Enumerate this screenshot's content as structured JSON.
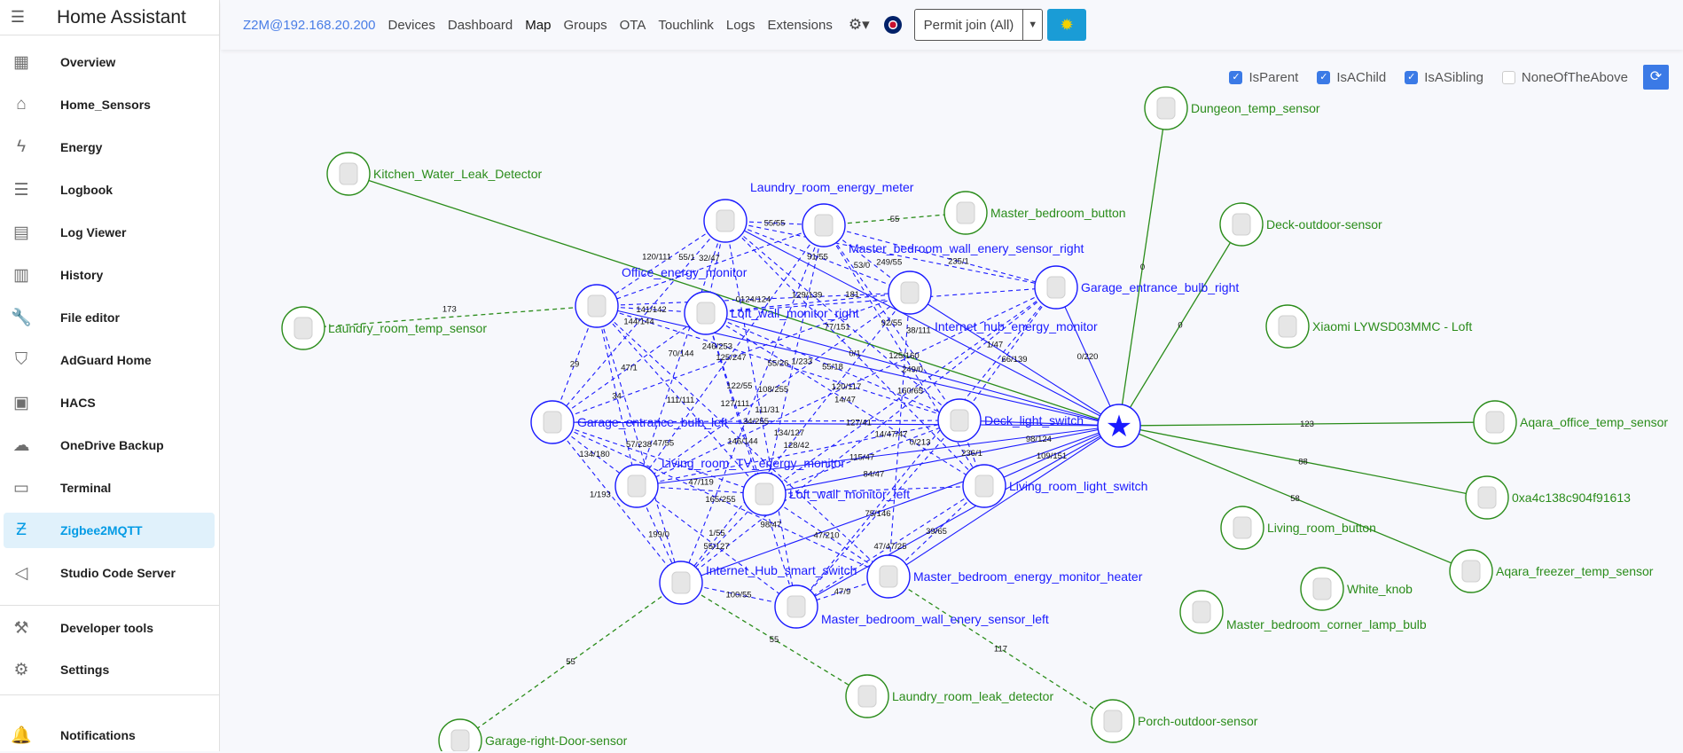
{
  "sidebar": {
    "title": "Home Assistant",
    "items": [
      {
        "label": "Overview",
        "icon": "dashboard-icon"
      },
      {
        "label": "Home_Sensors",
        "icon": "home-icon"
      },
      {
        "label": "Energy",
        "icon": "lightning-icon"
      },
      {
        "label": "Logbook",
        "icon": "list-icon"
      },
      {
        "label": "Log Viewer",
        "icon": "document-icon"
      },
      {
        "label": "History",
        "icon": "chart-icon"
      },
      {
        "label": "File editor",
        "icon": "wrench-icon"
      },
      {
        "label": "AdGuard Home",
        "icon": "shield-icon"
      },
      {
        "label": "HACS",
        "icon": "hacs-icon"
      },
      {
        "label": "OneDrive Backup",
        "icon": "cloud-icon"
      },
      {
        "label": "Terminal",
        "icon": "terminal-icon"
      },
      {
        "label": "Zigbee2MQTT",
        "icon": "zigbee-icon",
        "active": true
      },
      {
        "label": "Studio Code Server",
        "icon": "vscode-icon"
      }
    ],
    "bottom": [
      {
        "label": "Developer tools",
        "icon": "hammer-icon"
      },
      {
        "label": "Settings",
        "icon": "gear-icon"
      },
      {
        "label": "Notifications",
        "icon": "bell-icon"
      }
    ]
  },
  "topbar": {
    "brand": "Z2M@192.168.20.200",
    "nav": [
      "Devices",
      "Dashboard",
      "Map",
      "Groups",
      "OTA",
      "Touchlink",
      "Logs",
      "Extensions"
    ],
    "current": "Map",
    "permit": "Permit join (All)"
  },
  "filters": [
    {
      "label": "IsParent",
      "checked": true
    },
    {
      "label": "IsAChild",
      "checked": true
    },
    {
      "label": "IsASibling",
      "checked": true
    },
    {
      "label": "NoneOfTheAbove",
      "checked": false
    }
  ],
  "colors": {
    "router": "#1a1aff",
    "end_device": "#2a8c1a",
    "accent": "#3b7ae6"
  },
  "map": {
    "nodes": [
      {
        "id": "coord",
        "name": "",
        "type": "coordinator"
      },
      {
        "id": "dungeon",
        "name": "Dungeon_temp_sensor",
        "type": "end"
      },
      {
        "id": "deckout",
        "name": "Deck-outdoor-sensor",
        "type": "end"
      },
      {
        "id": "xiaomi",
        "name": "Xiaomi LYWSD03MMC - Loft",
        "type": "end"
      },
      {
        "id": "aqoffice",
        "name": "Aqara_office_temp_sensor",
        "type": "end"
      },
      {
        "id": "oxa4",
        "name": "0xa4c138c904f91613",
        "type": "end"
      },
      {
        "id": "lrbutton",
        "name": "Living_room_button",
        "type": "end"
      },
      {
        "id": "aqfreezer",
        "name": "Aqara_freezer_temp_sensor",
        "type": "end"
      },
      {
        "id": "knob",
        "name": "White_knob",
        "type": "end"
      },
      {
        "id": "cornerbulb",
        "name": "Master_bedroom_corner_lamp_bulb",
        "type": "end"
      },
      {
        "id": "porch",
        "name": "Porch-outdoor-sensor",
        "type": "end"
      },
      {
        "id": "lrleak",
        "name": "Laundry_room_leak_detector",
        "type": "end"
      },
      {
        "id": "garagedoor",
        "name": "Garage-right-Door-sensor",
        "type": "end"
      },
      {
        "id": "kitchenleak",
        "name": "Kitchen_Water_Leak_Detector",
        "type": "end"
      },
      {
        "id": "lrtemp",
        "name": "Laundry_room_temp_sensor",
        "type": "end"
      },
      {
        "id": "mbbutton",
        "name": "Master_bedroom_button",
        "type": "end"
      },
      {
        "id": "lrenergy",
        "name": "Laundry_room_energy_meter",
        "type": "router"
      },
      {
        "id": "mbwallr",
        "name": "Master_bedroom_wall_enery_sensor_right",
        "type": "router"
      },
      {
        "id": "ihubenergy",
        "name": "Internet_hub_energy_monitor",
        "type": "router"
      },
      {
        "id": "gbulbr",
        "name": "Garage_entrance_bulb_right",
        "type": "router"
      },
      {
        "id": "office",
        "name": "Office_energy_monitor",
        "type": "router"
      },
      {
        "id": "loftr",
        "name": "Loft_wall_monitor_right",
        "type": "router"
      },
      {
        "id": "gbulbl",
        "name": "Garage_entrance_bulb_left",
        "type": "router"
      },
      {
        "id": "deck",
        "name": "Deck_light_switch",
        "type": "router"
      },
      {
        "id": "lrtv",
        "name": "Living_room_TV_energy_monitor",
        "type": "router"
      },
      {
        "id": "loftl",
        "name": "Loft_wall_monitor_left",
        "type": "router"
      },
      {
        "id": "lrlight",
        "name": "Living_room_light_switch",
        "type": "router"
      },
      {
        "id": "ihubswitch",
        "name": "Internet_Hub_smart_switch",
        "type": "router"
      },
      {
        "id": "mbheater",
        "name": "Master_bedroom_energy_monitor_heater",
        "type": "router"
      },
      {
        "id": "mbwalll",
        "name": "Master_bedroom_wall_enery_sensor_left",
        "type": "router"
      }
    ],
    "links": [
      [
        "coord",
        "dungeon",
        "0",
        "end"
      ],
      [
        "coord",
        "deckout",
        "0",
        "end"
      ],
      [
        "coord",
        "aqoffice",
        "123",
        "end"
      ],
      [
        "coord",
        "oxa4",
        "88",
        "end"
      ],
      [
        "coord",
        "aqfreezer",
        "58",
        "end"
      ],
      [
        "coord",
        "kitchenleak",
        "",
        "end"
      ],
      [
        "office",
        "lrtemp",
        "173",
        "endd"
      ],
      [
        "mbwallr",
        "mbbutton",
        "55",
        "endd"
      ],
      [
        "ihubswitch",
        "garagedoor",
        "55",
        "endd"
      ],
      [
        "ihubswitch",
        "lrleak",
        "55",
        "endd"
      ],
      [
        "mbheater",
        "porch",
        "117",
        "endd"
      ],
      [
        "coord",
        "gbulbr",
        "0/220",
        "solid"
      ],
      [
        "coord",
        "ihubenergy",
        "66/139",
        "solid"
      ],
      [
        "coord",
        "deck",
        "98/124",
        "solid"
      ],
      [
        "coord",
        "lrlight",
        "109/151",
        "solid"
      ],
      [
        "coord",
        "lrenergy",
        "38/111",
        "solid"
      ],
      [
        "coord",
        "loftr",
        "249/0",
        "solid"
      ],
      [
        "coord",
        "office",
        "",
        "solid"
      ],
      [
        "coord",
        "gbulbl",
        "",
        "solid"
      ],
      [
        "coord",
        "lrtv",
        "",
        "solid"
      ],
      [
        "coord",
        "loftl",
        "",
        "solid"
      ],
      [
        "coord",
        "ihubswitch",
        "",
        "solid"
      ],
      [
        "coord",
        "mbheater",
        "",
        "solid"
      ],
      [
        "coord",
        "mbwalll",
        "",
        "solid"
      ],
      [
        "lrenergy",
        "mbwallr",
        "55/55",
        "mesh"
      ],
      [
        "lrenergy",
        "office",
        "120/111",
        "mesh"
      ],
      [
        "lrenergy",
        "loftr",
        "32/47",
        "mesh"
      ],
      [
        "lrenergy",
        "ihubenergy",
        "91/55",
        "mesh"
      ],
      [
        "mbwallr",
        "ihubenergy",
        "53/0",
        "mesh"
      ],
      [
        "mbwallr",
        "gbulbr",
        "235/1",
        "mesh"
      ],
      [
        "mbwallr",
        "deck",
        "92/55",
        "mesh"
      ],
      [
        "lrenergy",
        "gbulbr",
        "249/55",
        "mesh"
      ],
      [
        "office",
        "loftr",
        "141/142",
        "mesh"
      ],
      [
        "office",
        "ihubenergy",
        "0124/124",
        "mesh"
      ],
      [
        "loftr",
        "ihubenergy",
        "129/139",
        "mesh"
      ],
      [
        "loftr",
        "gbulbr",
        "181",
        "mesh"
      ],
      [
        "office",
        "gbulbl",
        "29",
        "mesh"
      ],
      [
        "office",
        "lrtv",
        "34",
        "mesh"
      ],
      [
        "loftr",
        "gbulbl",
        "47/1",
        "mesh"
      ],
      [
        "loftr",
        "deck",
        "55/18",
        "mesh"
      ],
      [
        "loftr",
        "lrlight",
        "14/47",
        "mesh"
      ],
      [
        "gbulbl",
        "deck",
        "34/255",
        "mesh"
      ],
      [
        "gbulbl",
        "lrtv",
        "134/180",
        "mesh"
      ],
      [
        "gbulbl",
        "loftl",
        "47/55",
        "mesh"
      ],
      [
        "gbulbl",
        "ihubswitch",
        "1/193",
        "mesh"
      ],
      [
        "gbulbl",
        "mbheater",
        "165/255",
        "mesh"
      ],
      [
        "lrtv",
        "deck",
        "128/42",
        "mesh"
      ],
      [
        "lrtv",
        "loftl",
        "47/119",
        "mesh"
      ],
      [
        "lrtv",
        "ihubswitch",
        "199/0",
        "mesh"
      ],
      [
        "lrtv",
        "mbwalll",
        "55/127",
        "mesh"
      ],
      [
        "loftl",
        "deck",
        "115/47",
        "mesh"
      ],
      [
        "loftl",
        "lrlight",
        "84/47",
        "mesh"
      ],
      [
        "loftl",
        "mbheater",
        "47/210",
        "mesh"
      ],
      [
        "loftl",
        "ihubswitch",
        "1/55",
        "mesh"
      ],
      [
        "deck",
        "lrlight",
        "236/1",
        "mesh"
      ],
      [
        "deck",
        "mbwalll",
        "75/146",
        "mesh"
      ],
      [
        "lrlight",
        "mbheater",
        "39/65",
        "mesh"
      ],
      [
        "lrlight",
        "mbwalll",
        "47/47/25",
        "mesh"
      ],
      [
        "ihubswitch",
        "mbwalll",
        "100/55",
        "mesh"
      ],
      [
        "mbheater",
        "mbwalll",
        "47/9",
        "mesh"
      ],
      [
        "ihubenergy",
        "lrtv",
        "108/255",
        "mesh"
      ],
      [
        "gbulbr",
        "loftl",
        "160/65",
        "mesh"
      ],
      [
        "ihubenergy",
        "gbulbl",
        "125/247",
        "mesh"
      ],
      [
        "office",
        "deck",
        "55/26",
        "mesh"
      ],
      [
        "loftr",
        "loftl",
        "127/111",
        "mesh"
      ],
      [
        "lrenergy",
        "lrtv",
        "70/144",
        "mesh"
      ],
      [
        "mbwallr",
        "loftl",
        "1/233",
        "mesh"
      ],
      [
        "gbulbr",
        "lrtv",
        "120/117",
        "mesh"
      ],
      [
        "ihubenergy",
        "ihubswitch",
        "134/127",
        "mesh"
      ],
      [
        "office",
        "mbheater",
        "146/144",
        "mesh"
      ],
      [
        "office",
        "loftl",
        "111/111",
        "mesh"
      ],
      [
        "gbulbr",
        "mbwalll",
        "0/213",
        "mesh"
      ],
      [
        "ihubenergy",
        "mbheater",
        "14/47/47",
        "mesh"
      ],
      [
        "lrenergy",
        "mbwalll",
        "122/55",
        "mesh"
      ],
      [
        "mbwallr",
        "ihubswitch",
        "111/31",
        "mesh"
      ],
      [
        "gbulbr",
        "ihubswitch",
        "127/41",
        "mesh"
      ],
      [
        "loftr",
        "mbwalll",
        "98/47",
        "mesh"
      ],
      [
        "office",
        "ihubswitch",
        "57/238",
        "mesh"
      ],
      [
        "lrenergy",
        "gbulbl",
        "144/144",
        "mesh"
      ],
      [
        "mbwallr",
        "lrtv",
        "246/253",
        "mesh"
      ],
      [
        "mbwallr",
        "office",
        "55/1",
        "mesh"
      ],
      [
        "lrenergy",
        "deck",
        "77/151",
        "mesh"
      ],
      [
        "lrenergy",
        "lrlight",
        "0/1",
        "mesh"
      ],
      [
        "gbulbr",
        "deck",
        "1/47",
        "mesh"
      ],
      [
        "mbwallr",
        "lrlight",
        "125/160",
        "mesh"
      ]
    ]
  }
}
